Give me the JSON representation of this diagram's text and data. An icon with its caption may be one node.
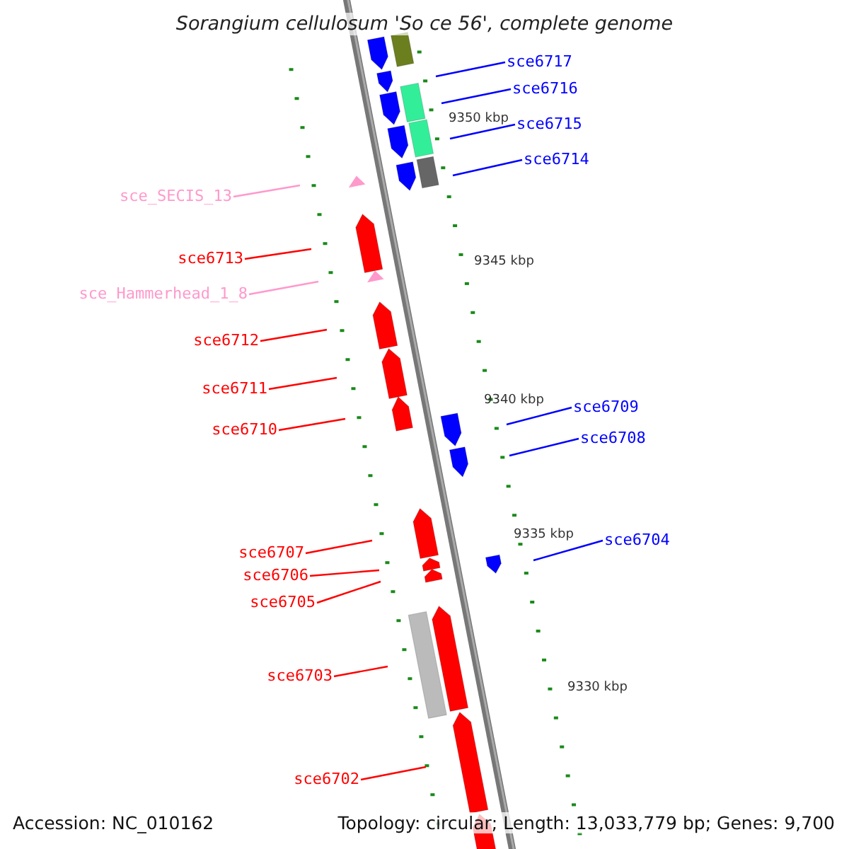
{
  "diagram": {
    "title": "Sorangium cellulosum 'So ce 56', complete genome",
    "nodes": [
      {
        "text": [
          "sce6717"
        ]
      },
      {
        "text": [
          "sce6716"
        ]
      },
      {
        "text": [
          "sce6715"
        ]
      },
      {
        "text": [
          "sce6714"
        ]
      },
      {
        "text": [
          "sce_SECIS_13"
        ]
      },
      {
        "text": [
          "sce6713"
        ]
      },
      {
        "text": [
          "sce_Hammerhead_1_8"
        ]
      },
      {
        "text": [
          "sce6712"
        ]
      },
      {
        "text": [
          "sce6711"
        ]
      },
      {
        "text": [
          "sce6709"
        ]
      },
      {
        "text": [
          "sce6710"
        ]
      },
      {
        "text": [
          "sce6708"
        ]
      },
      {
        "text": [
          "sce6704"
        ]
      },
      {
        "text": [
          "sce6707"
        ]
      },
      {
        "text": [
          "sce6706"
        ]
      },
      {
        "text": [
          "sce6705"
        ]
      },
      {
        "text": [
          "sce6703"
        ]
      },
      {
        "text": [
          "sce6702"
        ]
      }
    ],
    "edges": [
      {
        "from": 0,
        "to": null,
        "arrow": "none",
        "color": "#0000ff"
      },
      {
        "from": 1,
        "to": null,
        "arrow": "none",
        "color": "#0000ff"
      },
      {
        "from": 2,
        "to": null,
        "arrow": "none",
        "color": "#0000ff"
      },
      {
        "from": 3,
        "to": null,
        "arrow": "none",
        "color": "#0000ff"
      },
      {
        "from": 4,
        "to": null,
        "arrow": "none",
        "color": "#ff99cc"
      },
      {
        "from": 5,
        "to": null,
        "arrow": "none"
      },
      {
        "from": 6,
        "to": null,
        "arrow": "none",
        "color": "#ff99cc"
      },
      {
        "from": 7,
        "to": null,
        "arrow": "none"
      },
      {
        "from": 8,
        "to": null,
        "arrow": "none"
      },
      {
        "from": 9,
        "to": null,
        "arrow": "none",
        "color": "#0000ff"
      },
      {
        "from": 10,
        "to": null,
        "arrow": "none"
      },
      {
        "from": 11,
        "to": null,
        "arrow": "none",
        "color": "#0000ff"
      },
      {
        "from": 12,
        "to": null,
        "arrow": "none",
        "color": "#0000ff"
      },
      {
        "from": 13,
        "to": null,
        "arrow": "none"
      },
      {
        "from": 14,
        "to": null,
        "arrow": "none"
      },
      {
        "from": 15,
        "to": null,
        "arrow": "none"
      },
      {
        "from": 16,
        "to": null,
        "arrow": "none"
      },
      {
        "from": 17,
        "to": null,
        "arrow": "none"
      }
    ],
    "labels": [
      "9350 kbp",
      "9345 kbp",
      "9340 kbp",
      "9335 kbp",
      "9330 kbp",
      "Accession: NC_010162",
      "Topology: circular; Length: 13,033,779 bp; Genes: 9,700"
    ]
  }
}
